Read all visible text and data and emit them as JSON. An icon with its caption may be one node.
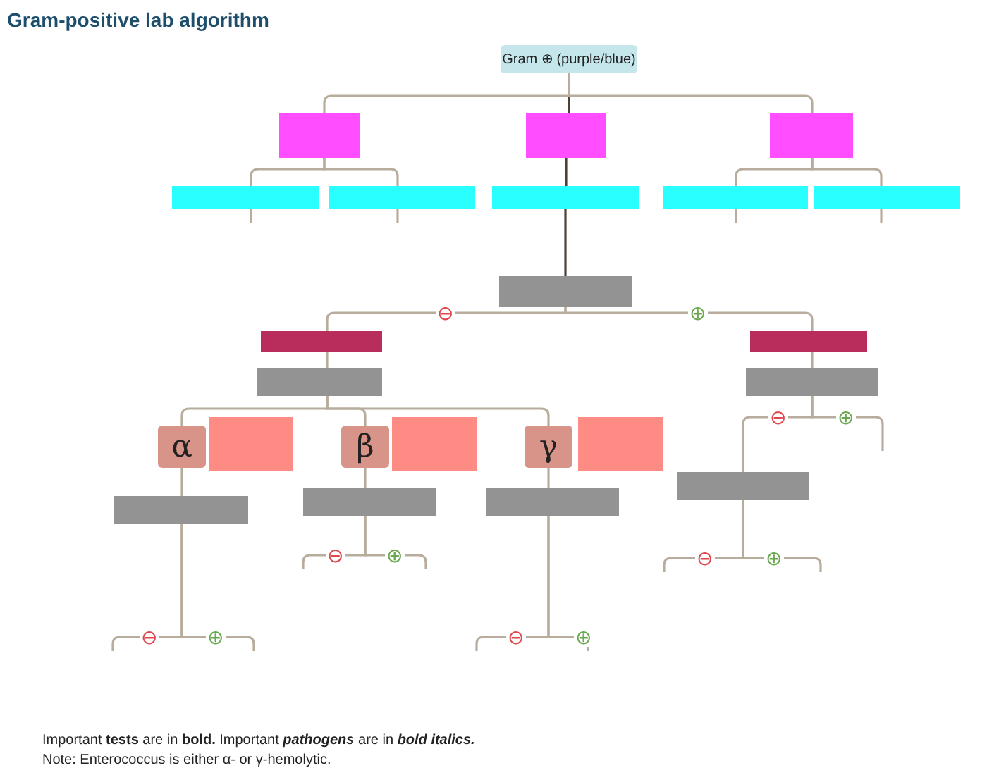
{
  "diagram": {
    "title": "Gram-positive lab algorithm",
    "nodes": [
      {
        "text": [
          "Gram ⊕ (purple/blue)"
        ]
      },
      {
        "text": [],
        "shape": "box"
      },
      {
        "text": [],
        "shape": "box"
      },
      {
        "text": [],
        "shape": "box"
      },
      {
        "text": [],
        "shape": "box"
      },
      {
        "text": [],
        "shape": "box"
      },
      {
        "text": [],
        "shape": "box"
      },
      {
        "text": [],
        "shape": "box"
      },
      {
        "text": [],
        "shape": "box"
      },
      {
        "text": [],
        "shape": "box"
      },
      {
        "text": [],
        "shape": "box"
      },
      {
        "text": [],
        "shape": "box"
      },
      {
        "text": [],
        "shape": "box"
      },
      {
        "text": [],
        "shape": "box"
      },
      {
        "text": [
          "α"
        ]
      },
      {
        "text": [],
        "shape": "box"
      },
      {
        "text": [
          "β"
        ]
      },
      {
        "text": [],
        "shape": "box"
      },
      {
        "text": [
          "γ"
        ]
      },
      {
        "text": [],
        "shape": "box"
      },
      {
        "text": [],
        "shape": "box"
      },
      {
        "text": [],
        "shape": "box"
      },
      {
        "text": [],
        "shape": "box"
      },
      {
        "text": [],
        "shape": "box"
      }
    ],
    "edges": [
      {
        "from": 0,
        "to": 1,
        "arrow": "none"
      },
      {
        "from": 0,
        "to": 2,
        "arrow": "none",
        "color": "#4d4036"
      },
      {
        "from": 0,
        "to": 3,
        "arrow": "none"
      },
      {
        "from": 1,
        "to": 4,
        "arrow": "none"
      },
      {
        "from": 1,
        "to": 5,
        "arrow": "none"
      },
      {
        "from": 2,
        "to": 6,
        "arrow": "none",
        "color": "#4d4036"
      },
      {
        "from": 3,
        "to": 7,
        "arrow": "none"
      },
      {
        "from": 3,
        "to": 8,
        "arrow": "none"
      },
      {
        "from": 4,
        "to": null,
        "arrow": "none"
      },
      {
        "from": 5,
        "to": null,
        "arrow": "none"
      },
      {
        "from": 7,
        "to": null,
        "arrow": "none"
      },
      {
        "from": 8,
        "to": null,
        "arrow": "none"
      },
      {
        "from": 6,
        "to": 9,
        "arrow": "none",
        "color": "#4d4036"
      },
      {
        "from": 9,
        "to": 10,
        "arrow": "none",
        "label": "⊖"
      },
      {
        "from": 9,
        "to": 12,
        "arrow": "none",
        "label": "⊕"
      },
      {
        "from": 10,
        "to": 11,
        "arrow": "none"
      },
      {
        "from": 12,
        "to": 13,
        "arrow": "none"
      },
      {
        "from": 11,
        "to": 14,
        "arrow": "none"
      },
      {
        "from": 11,
        "to": 16,
        "arrow": "none"
      },
      {
        "from": 11,
        "to": 18,
        "arrow": "none"
      },
      {
        "from": 14,
        "to": 20,
        "arrow": "none"
      },
      {
        "from": 16,
        "to": 21,
        "arrow": "none"
      },
      {
        "from": 18,
        "to": 22,
        "arrow": "none"
      },
      {
        "from": 13,
        "to": 23,
        "arrow": "none",
        "label": "⊖"
      },
      {
        "from": 13,
        "to": null,
        "arrow": "none",
        "label": "⊕"
      },
      {
        "from": 20,
        "to": null,
        "arrow": "none",
        "label": "⊖"
      },
      {
        "from": 20,
        "to": null,
        "arrow": "none",
        "label": "⊕"
      },
      {
        "from": 21,
        "to": null,
        "arrow": "none",
        "label": "⊖"
      },
      {
        "from": 21,
        "to": null,
        "arrow": "none",
        "label": "⊕"
      },
      {
        "from": 22,
        "to": null,
        "arrow": "none",
        "label": "⊖"
      },
      {
        "from": 22,
        "to": null,
        "arrow": "none",
        "label": "⊕"
      },
      {
        "from": 23,
        "to": null,
        "arrow": "none",
        "label": "⊖"
      },
      {
        "from": 23,
        "to": null,
        "arrow": "none",
        "label": "⊕"
      }
    ],
    "labels": [
      "Important **tests** are in **bold.** Important **pathogens** are in **bold italics.**",
      "Note: Enterococcus is either α- or γ-hemolytic."
    ]
  }
}
